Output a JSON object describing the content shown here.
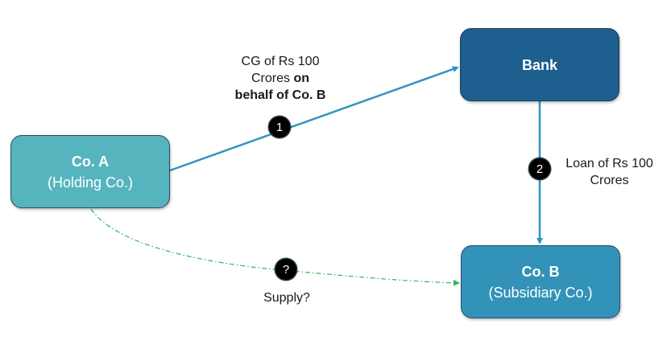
{
  "nodes": {
    "company_a": {
      "title": "Co. A",
      "subtitle": "(Holding Co.)",
      "color": "#56b4bf"
    },
    "bank": {
      "title": "Bank",
      "color": "#1d5f8e"
    },
    "company_b": {
      "title": "Co. B",
      "subtitle": "(Subsidiary Co.)",
      "color": "#3392b8"
    }
  },
  "edges": {
    "guarantee": {
      "step": "1",
      "label_line1": "CG of Rs 100",
      "label_line2_normal": "Crores ",
      "label_line2_bold": "on",
      "label_line3_bold": "behalf of Co. B",
      "color": "#2f94c0"
    },
    "loan": {
      "step": "2",
      "label_line1": "Loan of Rs 100",
      "label_line2": "Crores",
      "color": "#2f94c0"
    },
    "supply": {
      "step": "?",
      "label": "Supply?",
      "color": "#2fb85a",
      "style": "dash-dot"
    }
  }
}
